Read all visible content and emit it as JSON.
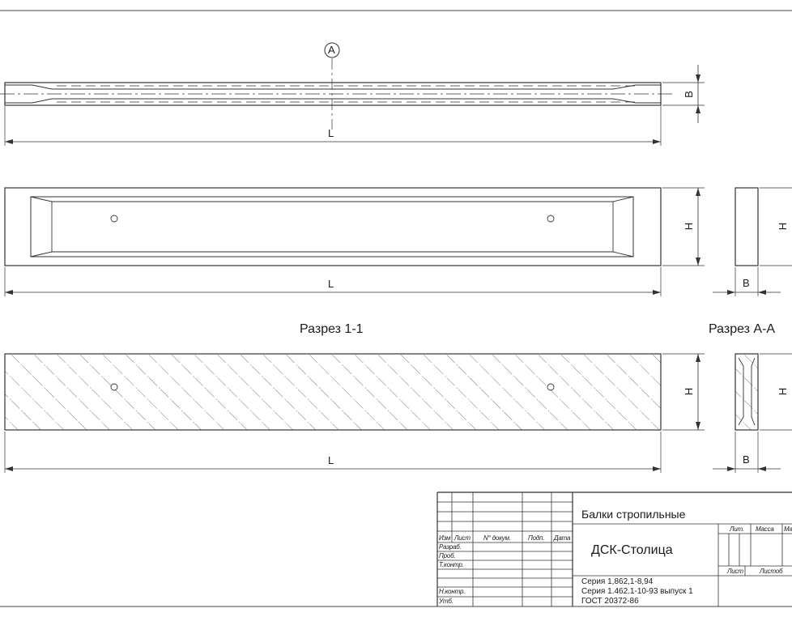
{
  "labels": {
    "axis_marker": "A",
    "length": "L",
    "width": "B",
    "height": "H",
    "section_1": "Разрез 1-1",
    "section_a": "Разрез А-А"
  },
  "title_block": {
    "title": "Балки стропильные",
    "organization": "ДСК-Столица",
    "header": {
      "izm": "Изм",
      "list": "Лист",
      "doc_no": "N° докум.",
      "podp": "Подп.",
      "date": "Дата"
    },
    "rows": {
      "razrab": "Разраб.",
      "prov": "Проб.",
      "tkontr": "Т.контр.",
      "nkontr": "Н.контр.",
      "utv": "Утб."
    },
    "lit": "Лит.",
    "massa": "Масса",
    "masht": "Ма",
    "sheet": "Лист",
    "sheets": "Листоб",
    "refs": [
      "Серия 1,862,1-8,94",
      "Серия 1.462.1-10-93 выпуск 1",
      "ГОСТ 20372-86"
    ]
  },
  "colors": {
    "line": "#333333",
    "thin": "#555555"
  }
}
